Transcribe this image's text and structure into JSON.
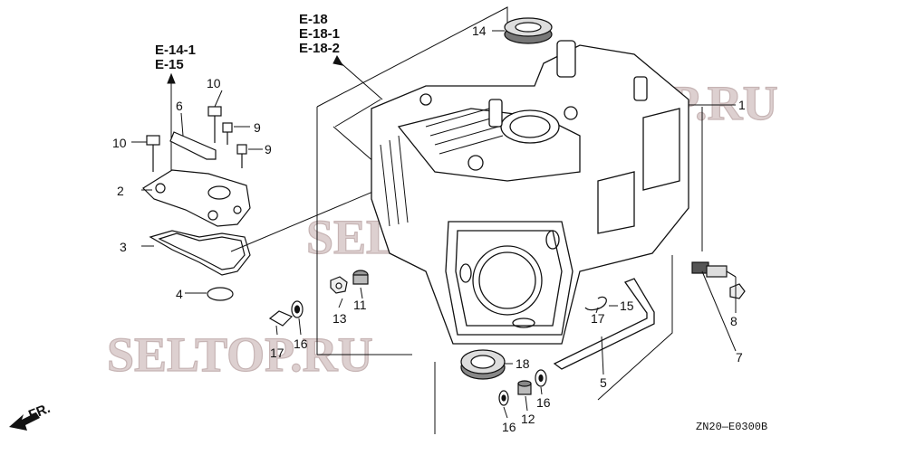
{
  "references": [
    "E-18",
    "E-18-1",
    "E-18-2",
    "E-14-1",
    "E-15"
  ],
  "callouts": {
    "c1": "1",
    "c2": "2",
    "c3": "3",
    "c4": "4",
    "c5": "5",
    "c6": "6",
    "c7": "7",
    "c8": "8",
    "c9a": "9",
    "c9b": "9",
    "c10a": "10",
    "c10b": "10",
    "c11": "11",
    "c12": "12",
    "c13": "13",
    "c14": "14",
    "c15": "15",
    "c16a": "16",
    "c16b": "16",
    "c16c": "16",
    "c17a": "17",
    "c17b": "17",
    "c18": "18"
  },
  "direction_label": "FR.",
  "diagram_code": "ZN20—E0300B",
  "watermarks": [
    "SELTOP.RU",
    "SELTOP.RU",
    "SELTOP.RU"
  ],
  "colors": {
    "line": "#111111",
    "watermark": "#d8c8c8"
  }
}
